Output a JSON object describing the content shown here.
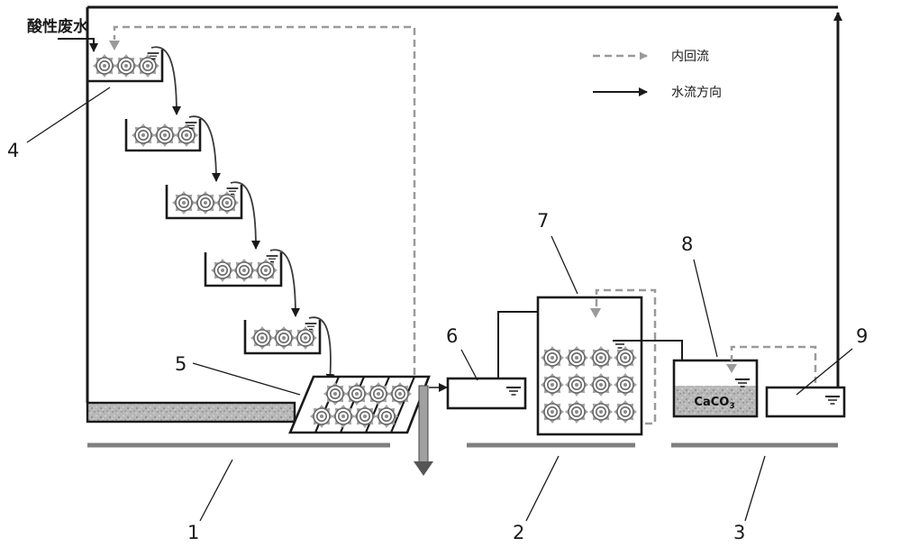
{
  "inlet": {
    "label": "酸性废水"
  },
  "legend": {
    "internal_reflux": "内回流",
    "water_flow_direction": "水流方向"
  },
  "stage_labels": {
    "n1": "1",
    "n2": "2",
    "n3": "3",
    "n4": "4",
    "n5": "5",
    "n6": "6",
    "n7": "7",
    "n8": "8",
    "n9": "9"
  },
  "tank8": {
    "medium": "CaCO",
    "medium_subscript": "3"
  },
  "colors": {
    "line": "#1a1a1a",
    "reflux": "#9a9a9a",
    "ground": "#7f7f7f",
    "bed": "#b8b8b8"
  }
}
